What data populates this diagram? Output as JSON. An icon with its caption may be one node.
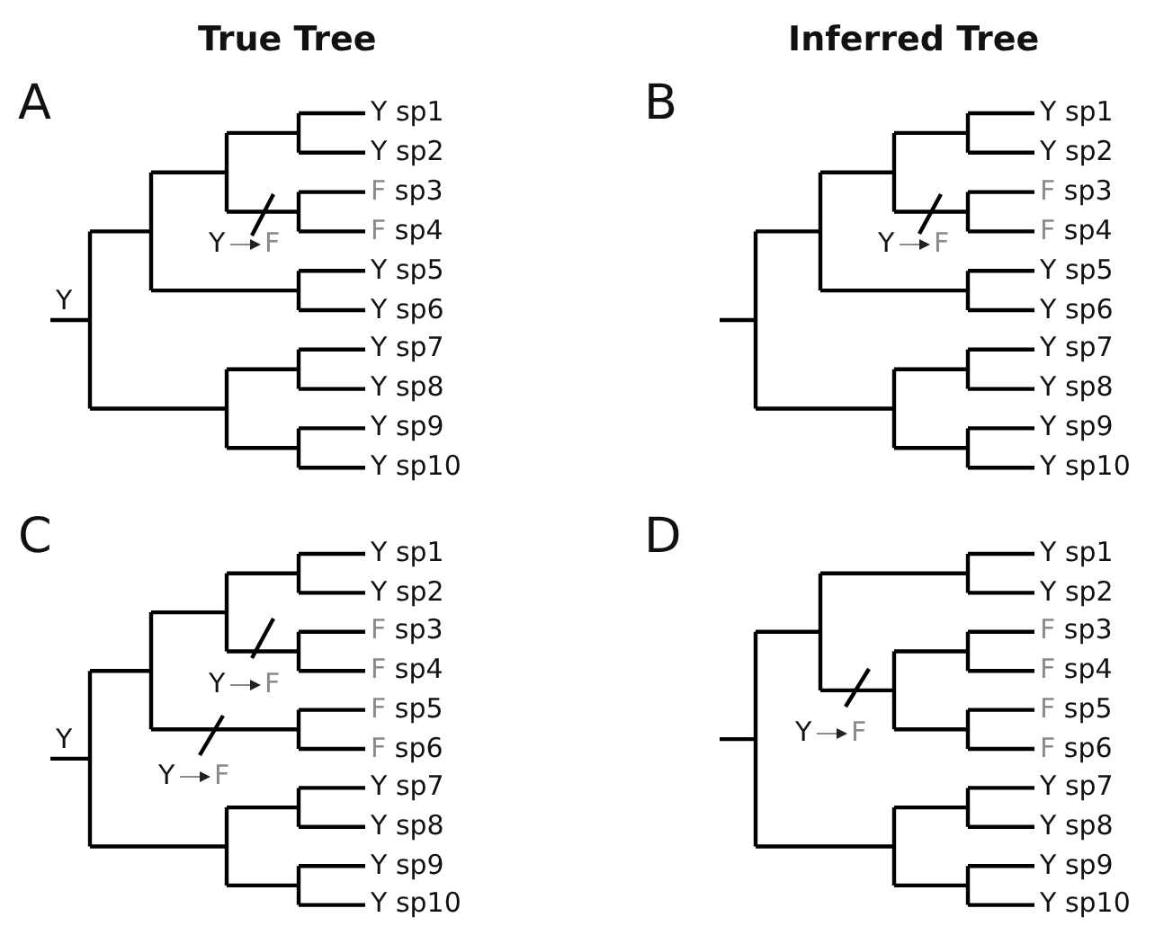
{
  "diagram": {
    "labels": [
      "True Tree",
      "Inferred Tree",
      "A",
      "Y",
      "Y sp1",
      "Y sp2",
      "F sp3",
      "F sp4",
      "Y sp5",
      "Y sp6",
      "Y sp7",
      "Y sp8",
      "Y sp9",
      "Y sp10",
      "Y",
      "F",
      "B",
      "Y sp1",
      "Y sp2",
      "F sp3",
      "F sp4",
      "Y sp5",
      "Y sp6",
      "Y sp7",
      "Y sp8",
      "Y sp9",
      "Y sp10",
      "Y",
      "F",
      "C",
      "Y",
      "Y sp1",
      "Y sp2",
      "F sp3",
      "F sp4",
      "F sp5",
      "F sp6",
      "Y sp7",
      "Y sp8",
      "Y sp9",
      "Y sp10",
      "Y",
      "F",
      "Y",
      "F",
      "D",
      "Y sp1",
      "Y sp2",
      "F sp3",
      "F sp4",
      "F sp5",
      "F sp6",
      "Y sp7",
      "Y sp8",
      "Y sp9",
      "Y sp10",
      "Y",
      "F"
    ]
  }
}
